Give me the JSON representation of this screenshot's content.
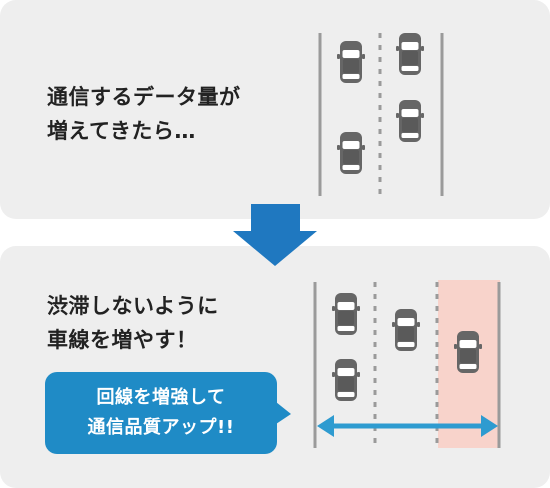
{
  "top_panel": {
    "heading_line1": "通信するデータ量が",
    "heading_line2": "増えてきたら…"
  },
  "bottom_panel": {
    "heading_line1": "渋滞しないように",
    "heading_line2": "車線を増やす！",
    "callout_line1": "回線を増強して",
    "callout_line2": "通信品質アップ!!"
  },
  "colors": {
    "panel": "#eeeeee",
    "arrow_down": "#1f78c0",
    "callout": "#1f8bc6",
    "highlight_lane": "#f8d3cb",
    "widen_arrow": "#2e9bd0",
    "road_line": "#9a9a9a",
    "car_body": "#666666"
  },
  "icons": [
    "down-arrow-icon",
    "car-icon",
    "double-arrow-icon"
  ]
}
